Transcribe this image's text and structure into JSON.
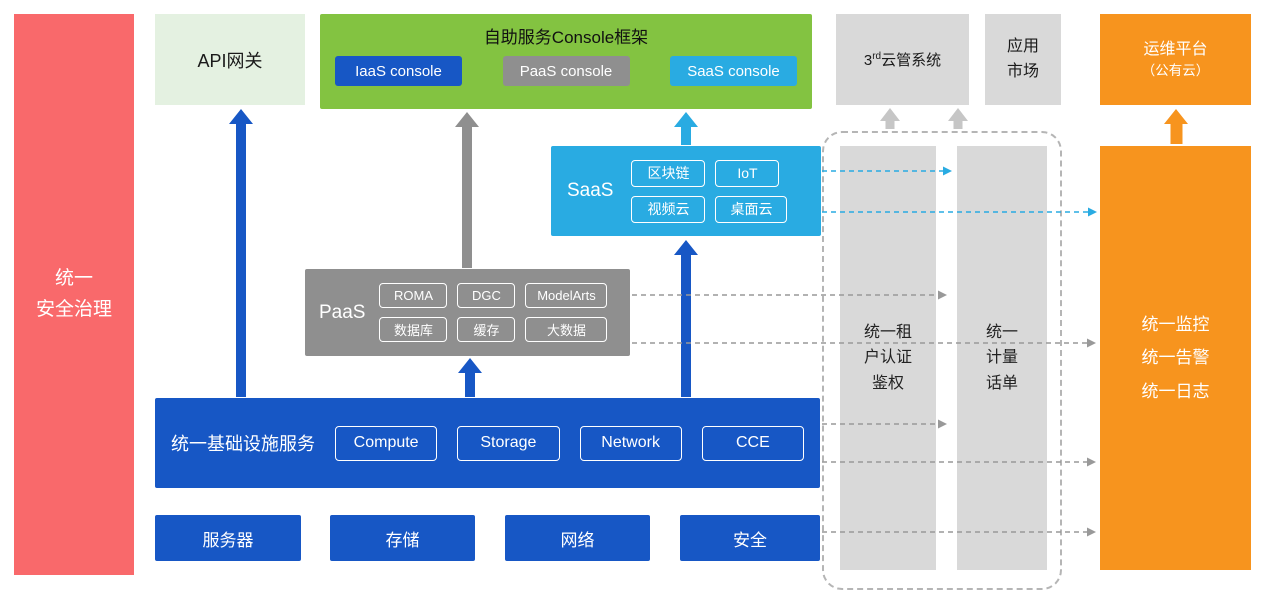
{
  "colors": {
    "red": "#F9696B",
    "pale_green": "#E4F1E1",
    "green": "#83C341",
    "blue": "#1757C5",
    "gray": "#8F8F8F",
    "cyan": "#29ABE2",
    "light_gray": "#D9D9D9",
    "orange": "#F7941E"
  },
  "left_bar": {
    "label": "统一\n安全治理"
  },
  "top": {
    "api_gateway": "API网关",
    "console_frame": {
      "title": "自助服务Console框架",
      "consoles": [
        {
          "label": "IaaS console"
        },
        {
          "label": "PaaS console"
        },
        {
          "label": "SaaS console"
        }
      ]
    },
    "third_cloud": {
      "prefix": "3",
      "sup": "rd",
      "suffix": "云管系统"
    },
    "app_market": "应用\n市场",
    "ops_platform": {
      "line1": "运维平台",
      "line2": "（公有云）"
    }
  },
  "saas": {
    "label": "SaaS",
    "items": [
      "区块链",
      "IoT",
      "视频云",
      "桌面云"
    ]
  },
  "paas": {
    "label": "PaaS",
    "items": [
      "ROMA",
      "DGC",
      "ModelArts",
      "数据库",
      "缓存",
      "大数据"
    ]
  },
  "infra": {
    "label": "统一基础设施服务",
    "items": [
      "Compute",
      "Storage",
      "Network",
      "CCE"
    ]
  },
  "bottom_row": [
    "服务器",
    "存储",
    "网络",
    "安全"
  ],
  "right": {
    "auth_bar": "统一租\n户认证\n鉴权",
    "billing_bar": "统一\n计量\n话单",
    "monitor_bar": "统一监控\n统一告警\n统一日志"
  }
}
